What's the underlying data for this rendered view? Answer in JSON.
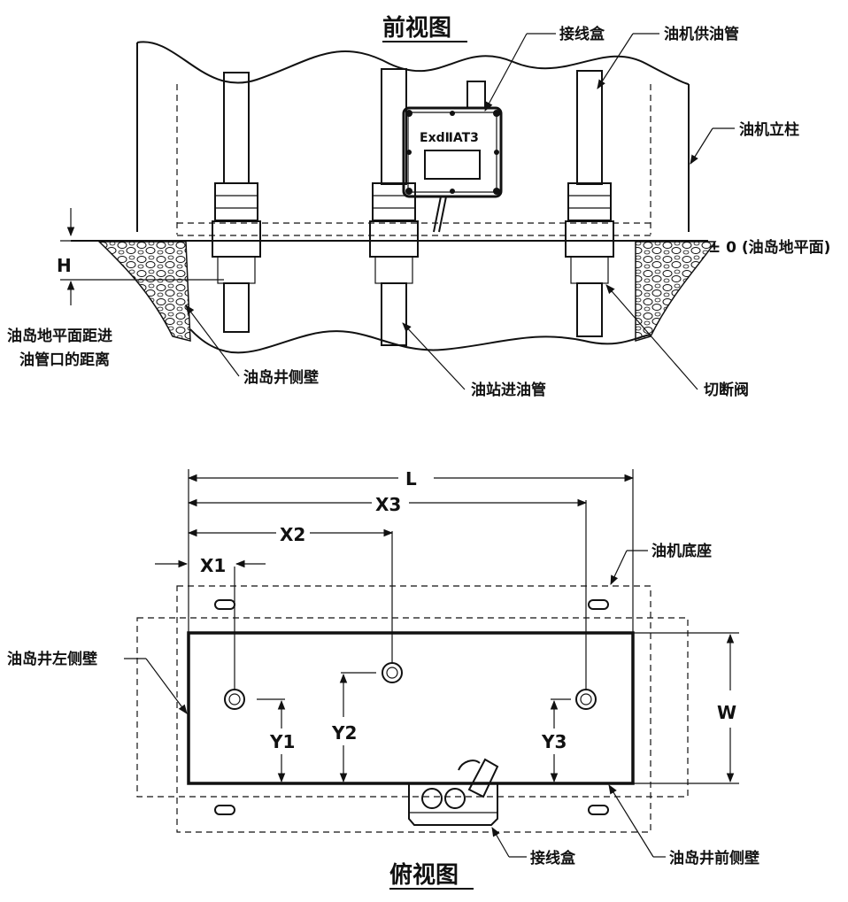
{
  "front_view": {
    "title": "前视图",
    "labels": {
      "junction_box": "接线盒",
      "supply_pipe": "油机供油管",
      "column": "油机立柱",
      "ground_level": "± 0 (油岛地平面)",
      "h_dim": "H",
      "h_desc_line1": "油岛地平面距进",
      "h_desc_line2": "油管口的距离",
      "pit_side_wall": "油岛井侧壁",
      "inlet_pipe": "油站进油管",
      "shutoff_valve": "切断阀",
      "box_marking": "ExdⅡAT3"
    }
  },
  "top_view": {
    "title": "俯视图",
    "labels": {
      "L": "L",
      "X3": "X3",
      "X2": "X2",
      "X1": "X1",
      "base": "油机底座",
      "left_wall": "油岛井左侧壁",
      "W": "W",
      "Y1": "Y1",
      "Y2": "Y2",
      "Y3": "Y3",
      "junction_box": "接线盒",
      "front_wall": "油岛井前侧壁"
    }
  }
}
